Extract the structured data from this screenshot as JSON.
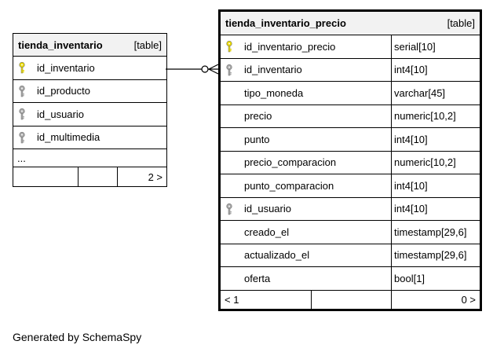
{
  "tables": {
    "left": {
      "name": "tienda_inventario",
      "type": "[table]",
      "columns": [
        {
          "name": "id_inventario",
          "icon": "primary-key-icon"
        },
        {
          "name": "id_producto",
          "icon": "foreign-key-icon"
        },
        {
          "name": "id_usuario",
          "icon": "foreign-key-icon"
        },
        {
          "name": "id_multimedia",
          "icon": "foreign-key-icon"
        }
      ],
      "ellipsis": "...",
      "footer": {
        "parents": "",
        "mid": "",
        "children": "2 >"
      }
    },
    "right": {
      "name": "tienda_inventario_precio",
      "type": "[table]",
      "columns": [
        {
          "name": "id_inventario_precio",
          "type": "serial[10]",
          "icon": "primary-key-icon"
        },
        {
          "name": "id_inventario",
          "type": "int4[10]",
          "icon": "foreign-key-icon"
        },
        {
          "name": "tipo_moneda",
          "type": "varchar[45]",
          "icon": ""
        },
        {
          "name": "precio",
          "type": "numeric[10,2]",
          "icon": ""
        },
        {
          "name": "punto",
          "type": "int4[10]",
          "icon": ""
        },
        {
          "name": "precio_comparacion",
          "type": "numeric[10,2]",
          "icon": ""
        },
        {
          "name": "punto_comparacion",
          "type": "int4[10]",
          "icon": ""
        },
        {
          "name": "id_usuario",
          "type": "int4[10]",
          "icon": "foreign-key-icon"
        },
        {
          "name": "creado_el",
          "type": "timestamp[29,6]",
          "icon": ""
        },
        {
          "name": "actualizado_el",
          "type": "timestamp[29,6]",
          "icon": ""
        },
        {
          "name": "oferta",
          "type": "bool[1]",
          "icon": ""
        }
      ],
      "footer": {
        "parents": "< 1",
        "mid": "",
        "children": "0 >"
      }
    }
  },
  "caption": "Generated by SchemaSpy",
  "colors": {
    "primary_key": "#e8d800",
    "foreign_key": "#a6a6a6",
    "header_bg": "#f2f2f2"
  }
}
